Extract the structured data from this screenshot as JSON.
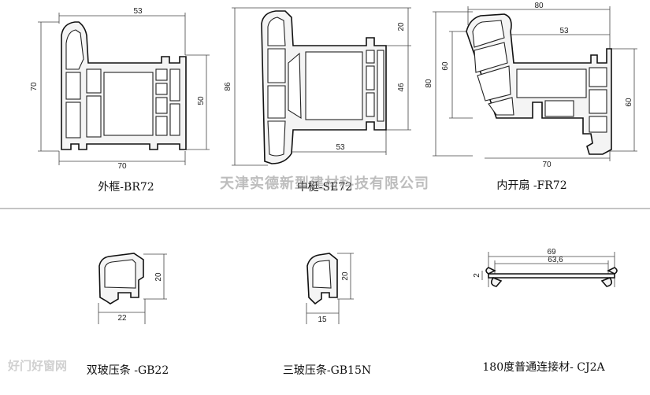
{
  "profiles": [
    {
      "caption": "外框-BR72",
      "dims": {
        "top": "53",
        "left": "70",
        "right": "50",
        "bottom": "70"
      }
    },
    {
      "caption": "中梃-SE72",
      "dims": {
        "right_top": "20",
        "right": "46",
        "left": "86",
        "bottom": "53"
      }
    },
    {
      "caption": "内开扇 -FR72",
      "dims": {
        "top": "80",
        "inner_top": "53",
        "left_outer": "80",
        "left_inner": "60",
        "right": "60",
        "bottom": "70"
      }
    },
    {
      "caption": "双玻压条 -GB22",
      "dims": {
        "right": "20",
        "bottom": "22"
      }
    },
    {
      "caption": "三玻压条-GB15N",
      "dims": {
        "right": "20",
        "bottom": "15"
      }
    },
    {
      "caption": "180度普通连接材-  CJ2A",
      "dims": {
        "top": "69",
        "inner": "63,6",
        "left": "2"
      }
    }
  ],
  "watermark": "天津实德新型建材科技有限公司",
  "site_mark": "好门好窗网"
}
